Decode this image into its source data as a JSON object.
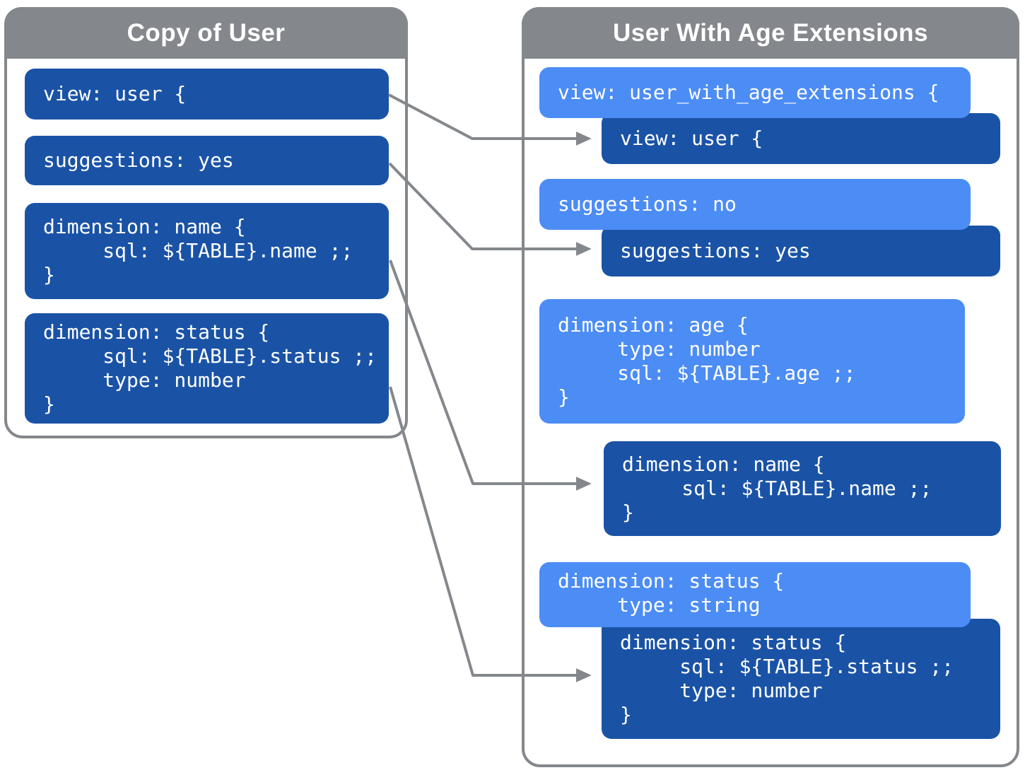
{
  "colors": {
    "light_blue": "#4C8CF5",
    "dark_blue": "#1A53A6",
    "gray": "#84888C",
    "text": "#FFFFFF",
    "background": "#FFFFFF"
  },
  "left_panel": {
    "title": "Copy of User",
    "boxes": [
      {
        "id": "copy-view",
        "variant": "dark",
        "code": "view: user {"
      },
      {
        "id": "copy-suggestions",
        "variant": "dark",
        "code": "suggestions: yes"
      },
      {
        "id": "copy-dimension-name",
        "variant": "dark",
        "code": "dimension: name {\n     sql: ${TABLE}.name ;;\n}"
      },
      {
        "id": "copy-dimension-status",
        "variant": "dark",
        "code": "dimension: status {\n     sql: ${TABLE}.status ;;\n     type: number\n}"
      }
    ]
  },
  "right_panel": {
    "title": "User With Age Extensions",
    "boxes": [
      {
        "id": "view-extension",
        "variant": "light",
        "code": "view: user_with_age_extensions {"
      },
      {
        "id": "inherited-view",
        "variant": "dark",
        "code": "view: user {"
      },
      {
        "id": "suggestions-override",
        "variant": "light",
        "code": "suggestions: no"
      },
      {
        "id": "inherited-suggestions",
        "variant": "dark",
        "code": "suggestions: yes"
      },
      {
        "id": "dimension-age",
        "variant": "light",
        "code": "dimension: age {\n     type: number\n     sql: ${TABLE}.age ;;\n}"
      },
      {
        "id": "inherited-dimension-name",
        "variant": "dark",
        "code": "dimension: name {\n     sql: ${TABLE}.name ;;\n}"
      },
      {
        "id": "dimension-status-override",
        "variant": "light",
        "code": "dimension: status {\n     type: string"
      },
      {
        "id": "inherited-dimension-status",
        "variant": "dark",
        "code": "dimension: status {\n     sql: ${TABLE}.status ;;\n     type: number\n}"
      }
    ]
  },
  "arrows": [
    {
      "from": "copy-view",
      "to": "inherited-view"
    },
    {
      "from": "copy-suggestions",
      "to": "inherited-suggestions"
    },
    {
      "from": "copy-dimension-name",
      "to": "inherited-dimension-name"
    },
    {
      "from": "copy-dimension-status",
      "to": "inherited-dimension-status"
    }
  ]
}
